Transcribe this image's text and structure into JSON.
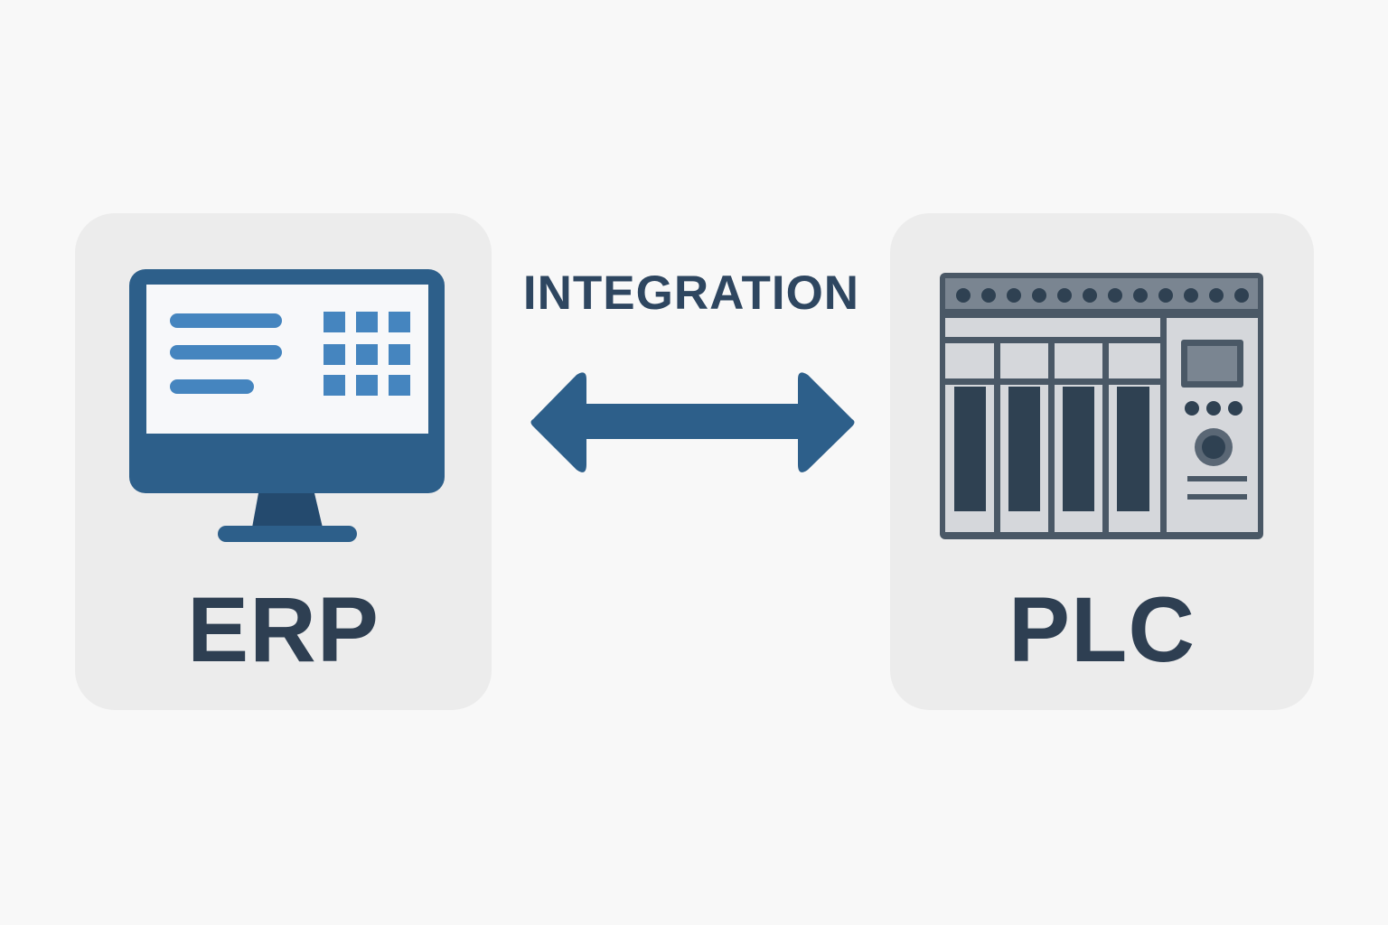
{
  "diagram": {
    "connector": {
      "label": "INTEGRATION",
      "direction": "bidirectional",
      "color": "#2d5f8a"
    },
    "nodes": [
      {
        "id": "erp",
        "label": "ERP",
        "icon": "desktop-monitor-icon",
        "colors": {
          "frame": "#2d5f8a",
          "stand": "#244a6e",
          "screen": "#f7f8fa",
          "content": "#4585bf"
        }
      },
      {
        "id": "plc",
        "label": "PLC",
        "icon": "plc-controller-icon",
        "colors": {
          "frame": "#4a5866",
          "panel": "#d5d7db",
          "module": "#2f4152",
          "accent": "#7a8591"
        }
      }
    ],
    "text_color": "#2e3f52",
    "card_background": "#ececec",
    "page_background": "#f8f8f8"
  }
}
